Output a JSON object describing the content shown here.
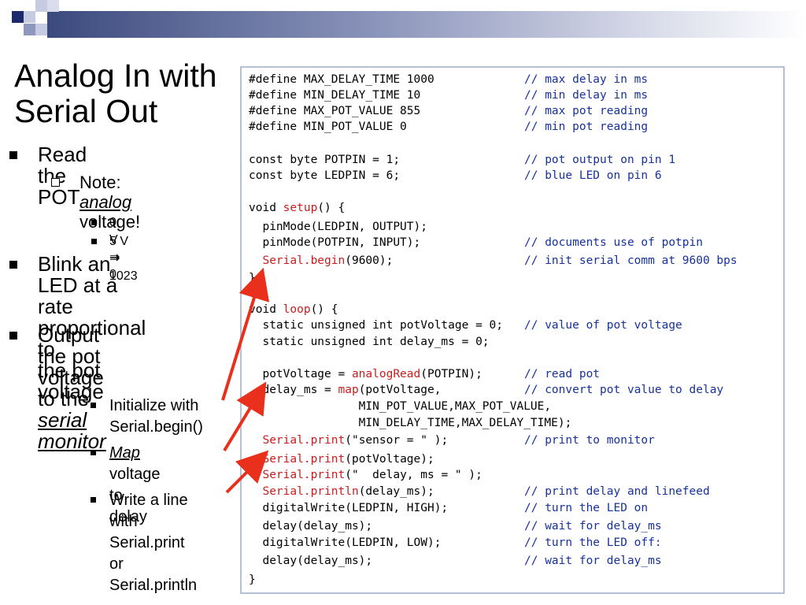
{
  "slide": {
    "title_line1": "Analog In with",
    "title_line2": "Serial Out"
  },
  "bullets": {
    "b1": "Read the POT",
    "b1_sub_prefix": "Note: ",
    "b1_sub_em": "analog",
    "b1_sub_rest": "voltage!",
    "b1_sub1": "0 V ⇒ 0",
    "b1_sub2": "5 V ⇒ 1023",
    "b2_l1": "Blink an LED at a",
    "b2_l2": "rate proportional to",
    "b2_l3": "the pot voltage",
    "b3_l1": "Output the pot",
    "b3_l2_prefix": "voltage to the ",
    "b3_l2_em": "serial",
    "b3_l3_em": "monitor",
    "s1_l1": "Initialize with",
    "s1_l2": "Serial.begin()",
    "s2_em": "Map",
    "s2_l1_rest": " voltage to",
    "s2_l2": "delay",
    "s3_l1": "Write a line with",
    "s3_l2": "Serial.print or",
    "s3_l3": "Serial.println"
  },
  "code": {
    "lines": [
      {
        "code": "#define MAX_DELAY_TIME 1000",
        "comment": "// max delay in ms"
      },
      {
        "code": "#define MIN_DELAY_TIME 10",
        "comment": "// min delay in ms"
      },
      {
        "code": "#define MAX_POT_VALUE 855",
        "comment": "// max pot reading"
      },
      {
        "code": "#define MIN_POT_VALUE 0",
        "comment": "// min pot reading"
      },
      {
        "code": "const byte POTPIN = 1;",
        "comment": "// pot output on pin 1"
      },
      {
        "code": "const byte LEDPIN = 6;",
        "comment": "// blue LED on pin 6"
      },
      {
        "code_pre": "void ",
        "kw": "setup",
        "code_post": "() {"
      },
      {
        "code": "  pinMode(LEDPIN, OUTPUT);"
      },
      {
        "code": "  pinMode(POTPIN, INPUT);",
        "comment": "// documents use of potpin"
      },
      {
        "code_pre": "  ",
        "kw": "Serial.begin",
        "code_post": "(9600);",
        "comment": "// init serial comm at 9600 bps"
      },
      {
        "code": "}"
      },
      {
        "code_pre": "void ",
        "kw": "loop",
        "code_post": "() {"
      },
      {
        "code": "  static unsigned int potVoltage = 0;",
        "comment": "// value of pot voltage"
      },
      {
        "code": "  static unsigned int delay_ms = 0;"
      },
      {
        "code_pre": "  potVoltage = ",
        "kw": "analogRead",
        "code_post": "(POTPIN);",
        "comment": "// read pot"
      },
      {
        "code_pre": "  delay_ms = ",
        "kw": "map",
        "code_post": "(potVoltage,",
        "comment": "// convert pot value to delay"
      },
      {
        "code": "                MIN_POT_VALUE,MAX_POT_VALUE,"
      },
      {
        "code": "                MIN_DELAY_TIME,MAX_DELAY_TIME);"
      },
      {
        "code_pre": "  ",
        "kw": "Serial.print",
        "code_post": "(\"sensor = \" );",
        "comment": "// print to monitor"
      },
      {
        "code_pre": "  ",
        "kw": "Serial.print",
        "code_post": "(potVoltage);"
      },
      {
        "code_pre": "  ",
        "kw": "Serial.print",
        "code_post": "(\"  delay, ms = \" );"
      },
      {
        "code_pre": "  ",
        "kw": "Serial.println",
        "code_post": "(delay_ms);",
        "comment": "// print delay and linefeed"
      },
      {
        "code": "  digitalWrite(LEDPIN, HIGH);",
        "comment": "// turn the LED on"
      },
      {
        "code": "  delay(delay_ms);",
        "comment": "// wait for delay_ms"
      },
      {
        "code": "  digitalWrite(LEDPIN, LOW);",
        "comment": "// turn the LED off:"
      },
      {
        "code": "  delay(delay_ms);",
        "comment": "// wait for delay_ms"
      },
      {
        "code": "}"
      }
    ]
  },
  "colors": {
    "keyword": "#c81e1e",
    "comment": "#17329a",
    "arrow": "#e8301c",
    "frame": "#b7bfd6"
  }
}
